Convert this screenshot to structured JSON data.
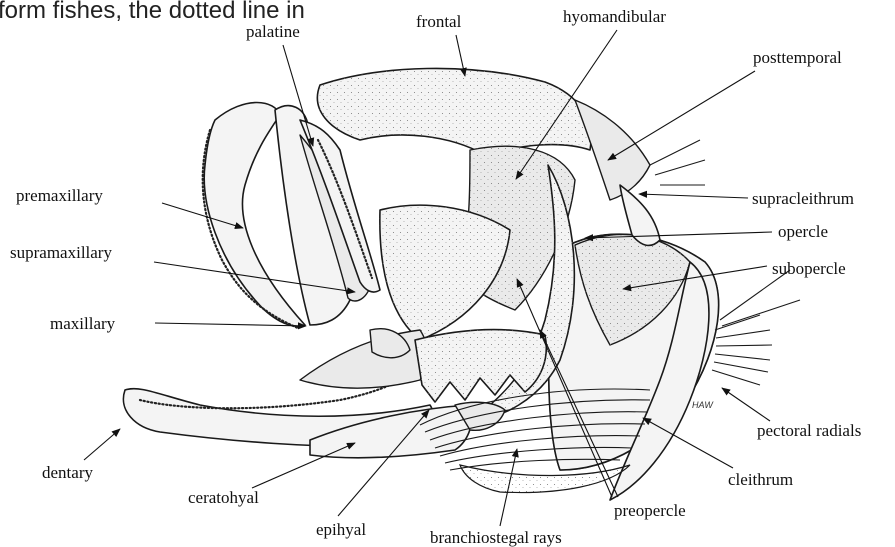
{
  "caption": "form fishes, the dotted line in",
  "signature": "HAW",
  "labels": {
    "frontal": "frontal",
    "hyomandibular": "hyomandibular",
    "palatine": "palatine",
    "posttemporal": "posttemporal",
    "premaxillary": "premaxillary",
    "supracleithrum": "supracleithrum",
    "opercle": "opercle",
    "supramaxillary": "supramaxillary",
    "subopercle": "subopercle",
    "maxillary": "maxillary",
    "pectoral_radials": "pectoral radials",
    "dentary": "dentary",
    "cleithrum": "cleithrum",
    "ceratohyal": "ceratohyal",
    "preopercle": "preopercle",
    "epihyal": "epihyal",
    "branchiostegal_rays": "branchiostegal rays"
  }
}
